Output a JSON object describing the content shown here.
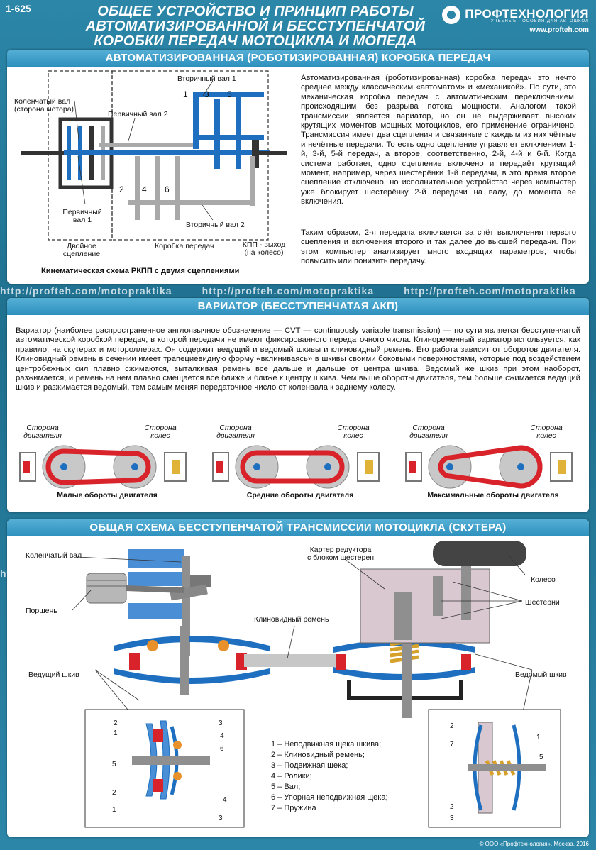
{
  "header": {
    "code": "1-625",
    "title_lines": [
      "Общее устройство и принцип работы",
      "автоматизированной и бесступенчатой",
      "коробки передач мотоцикла и мопеда"
    ],
    "brand": "ПРОФТЕХНОЛОГИЯ",
    "brand_sub": "УЧЕБНЫЕ ПОСОБИЯ ДЛЯ АВТОШКОЛ",
    "url": "www.profteh.com"
  },
  "watermark": "http://profteh.com/motopraktika",
  "section1": {
    "title": "Автоматизированная (роботизированная) коробка передач",
    "labels": {
      "crankshaft": "Коленчатый вал",
      "engine_side": "(сторона мотора)",
      "secondary1": "Вторичный вал 1",
      "primary2": "Первичный вал 2",
      "primary1_a": "Первичный",
      "primary1_b": "вал 1",
      "secondary2": "Вторичный вал 2",
      "double_a": "Двойное",
      "double_b": "сцепление",
      "gearbox": "Коробка передач",
      "output_a": "КПП - выход",
      "output_b": "(на колесо)",
      "g1": "1",
      "g3": "3",
      "g5": "5",
      "g2": "2",
      "g4": "4",
      "g6": "6"
    },
    "caption": "Кинематическая схема РКПП с двумя сцеплениями",
    "para1": "Автоматизированная (роботизированная) коробка передач это нечто среднее между классическим «автоматом» и «механикой». По сути, это механическая коробка передач с автоматическим переключением, происходящим без разрыва потока мощности. Аналогом такой трансмиссии является вариатор, но он не выдерживает высоких крутящих моментов мощных мотоциклов, его применение ограничено. Трансмиссия имеет два сцепления и связанные с каждым из них чётные и нечётные передачи. То есть одно сцепление управляет включением 1-й, 3-й, 5-й передач, а второе, соответственно, 2-й, 4-й и 6-й. Когда система работает, одно сцепление включено и передаёт крутящий момент, например, через шестерёнки 1-й передачи, в это время второе сцепление отключено, но исполнительное устройство через компьютер уже блокирует шестерёнку 2-й передачи на валу, до момента ее включения.",
    "para2": "Таким образом, 2-я передача включается за счёт выключения первого сцепления и включения второго и так далее до высшей передачи. При этом компьютер анализирует много входящих параметров, чтобы повысить или понизить передачу."
  },
  "section2": {
    "title": "Вариатор (бесступенчатая АКП)",
    "text": "Вариатор (наиболее распространенное англоязычное обозначение — CVT — continuously variable transmission) — по сути является бесступенчатой автоматической коробкой передач, в которой передачи не имеют фиксированного передаточного числа. Клиноременный вариатор используется, как правило, на скутерах и мотороллерах. Он содержит ведущий и ведомый шкивы и клиновидный ремень. Его работа зависит от оборотов двигателя. Клиновидный ремень в сечении имеет трапециевидную форму «вклиниваясь» в шкивы своими боковыми поверхностями, которые под воздействием центробежных сил плавно сжимаются, выталкивая ремень все дальше и дальше от центра шкива. Ведомый же шкив при этом наоборот, разжимается, и ремень на нем плавно смещается все ближе и ближе к центру шкива. Чем выше обороты двигателя, тем больше сжимается ведущий шкив и разжимается ведомый, тем самым меняя передаточное число от коленвала к заднему колесу.",
    "engine_side_a": "Сторона",
    "engine_side_b": "двигателя",
    "wheel_side_a": "Сторона",
    "wheel_side_b": "колес",
    "modes": [
      {
        "label": "Малые обороты двигателя",
        "drive_r": 22,
        "driven_r": 19
      },
      {
        "label": "Средние обороты двигателя",
        "drive_r": 20,
        "driven_r": 20
      },
      {
        "label": "Максимальные обороты двигателя",
        "drive_r": 13,
        "driven_r": 27
      }
    ]
  },
  "section3": {
    "title": "Общая схема бесступенчатой трансмиссии мотоцикла (скутера)",
    "labels": {
      "crankshaft": "Коленчатый вал",
      "piston": "Поршень",
      "belt": "Клиновидный ремень",
      "gear_case_a": "Картер редуктора",
      "gear_case_b": "с блоком шестерен",
      "wheel": "Колесо",
      "gears": "Шестерни",
      "drive_pulley": "Ведущий шкив",
      "driven_pulley": "Ведомый шкив"
    },
    "legend": [
      "1 – Неподвижная щека шкива;",
      "2 – Клиновидный ремень;",
      "3 – Подвижная щека;",
      "4 – Ролики;",
      "5 – Вал;",
      "6 – Упорная  неподвижная щека;",
      "7 – Пружина"
    ],
    "left_nums": [
      "2",
      "1",
      "3",
      "4",
      "6",
      "5",
      "2",
      "4",
      "1",
      "3"
    ],
    "right_nums": [
      "2",
      "1",
      "7",
      "5",
      "2",
      "3"
    ]
  },
  "footer": "© ООО «Профтехнология», Москва, 2016",
  "colors": {
    "blue": "#1e6fc0",
    "grey": "#a9a9a9",
    "red": "#d8232a",
    "accent": "#2e90bd"
  }
}
